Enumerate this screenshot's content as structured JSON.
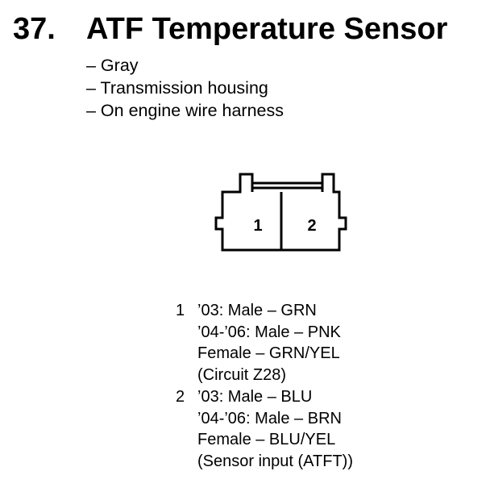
{
  "header": {
    "number": "37.",
    "title": "ATF Temperature Sensor"
  },
  "properties": [
    "– Gray",
    "– Transmission housing",
    "– On engine wire harness"
  ],
  "connector": {
    "pin_labels": [
      "1",
      "2"
    ]
  },
  "pins": [
    {
      "number": "1",
      "lines": [
        "’03: Male – GRN",
        "’04-’06: Male – PNK",
        "Female – GRN/YEL",
        "(Circuit Z28)"
      ]
    },
    {
      "number": "2",
      "lines": [
        "’03: Male – BLU",
        "’04-’06: Male – BRN",
        "Female – BLU/YEL",
        "(Sensor input (ATFT))"
      ]
    }
  ]
}
